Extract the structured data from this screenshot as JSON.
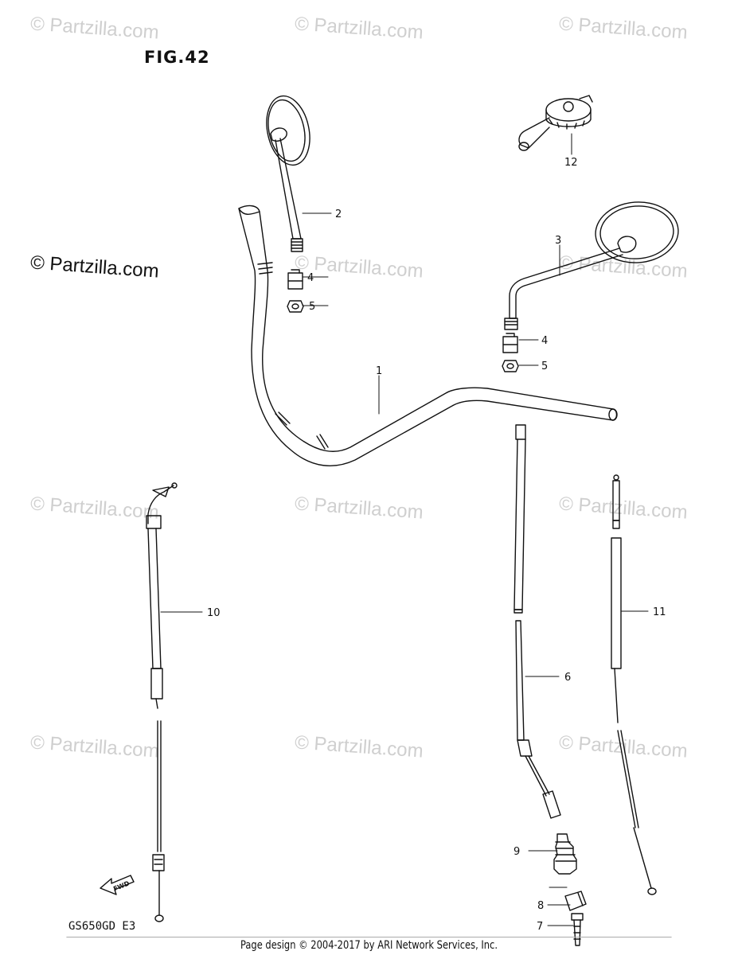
{
  "figure": {
    "title": "FIG.42",
    "model_code": "GS650GD E3",
    "fwd_label": "FWD"
  },
  "watermarks": {
    "text": "© Partzilla.com",
    "main_text": "© Partzilla.com"
  },
  "footer": {
    "text": "Page design © 2004-2017 by ARI Network Services, Inc."
  },
  "callouts": {
    "c1": "1",
    "c2": "2",
    "c3": "3",
    "c4a": "4",
    "c5a": "5",
    "c4b": "4",
    "c5b": "5",
    "c6": "6",
    "c7": "7",
    "c8": "8",
    "c9": "9",
    "c10": "10",
    "c11": "11",
    "c12": "12"
  },
  "colors": {
    "line": "#111111",
    "watermark": "#cfcfcf"
  }
}
